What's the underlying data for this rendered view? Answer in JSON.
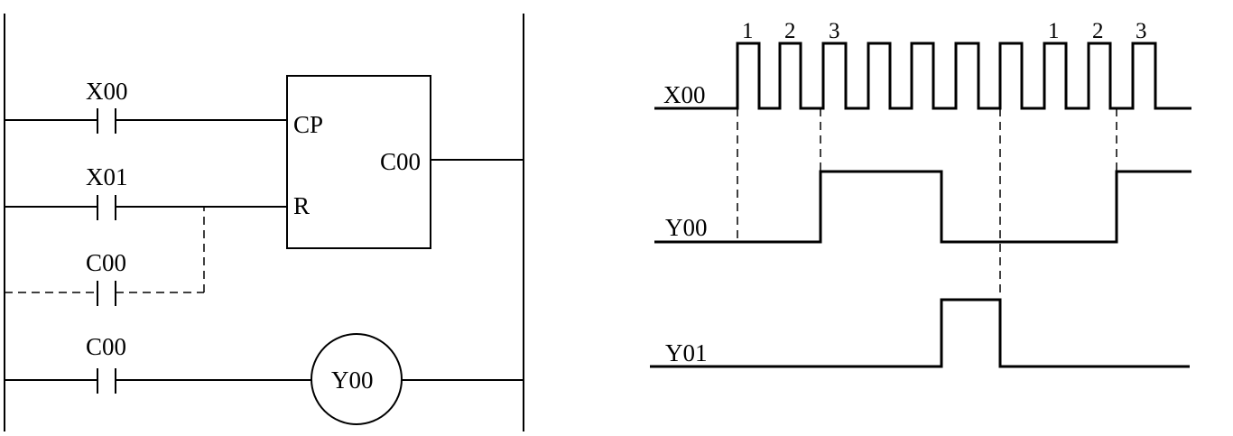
{
  "ladder": {
    "contact_x00": "X00",
    "contact_x01": "X01",
    "contact_c00_reset": "C00",
    "contact_c00_output": "C00",
    "counter_input_cp": "CP",
    "counter_input_r": "R",
    "counter_output": "C00",
    "coil": "Y00"
  },
  "timing": {
    "signal_x00": "X00",
    "signal_y00": "Y00",
    "signal_y01": "Y01",
    "pulse_numbers": [
      "1",
      "2",
      "3",
      "1",
      "2",
      "3"
    ]
  }
}
